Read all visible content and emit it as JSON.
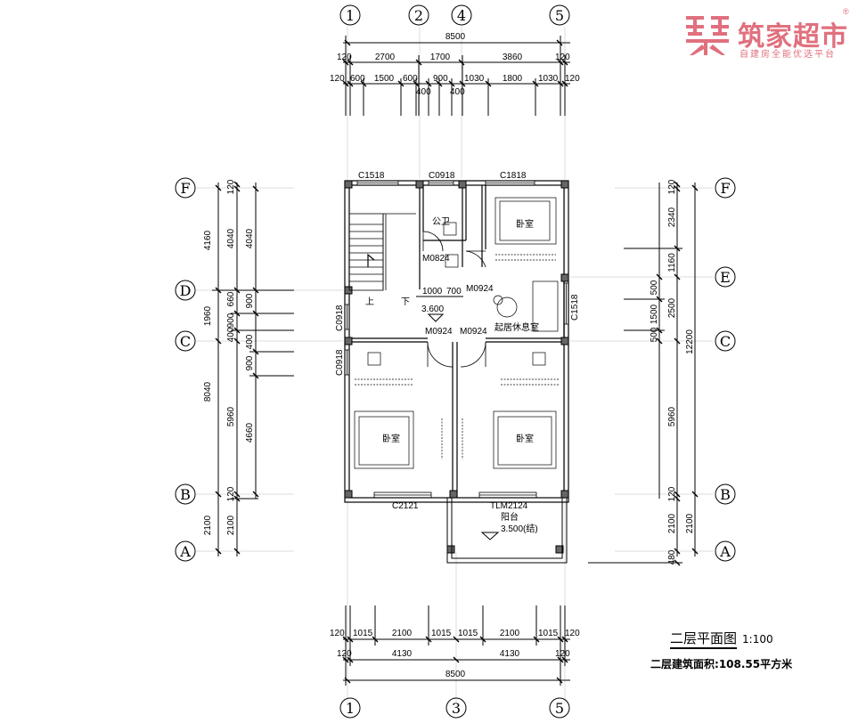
{
  "brand": {
    "name": "筑家超市",
    "tagline": "自建房全能优选平台",
    "mark": "®",
    "color": "#e0707e"
  },
  "drawing": {
    "title": "二层平面图",
    "scale": "1:100",
    "area_label": "二层建筑面积:",
    "area_value": "108.55平方米"
  },
  "axes": {
    "top": [
      "1",
      "2",
      "4",
      "5"
    ],
    "bottom": [
      "1",
      "3",
      "5"
    ],
    "left": [
      "F",
      "D",
      "C",
      "B",
      "A"
    ],
    "right": [
      "F",
      "E",
      "C",
      "B",
      "A"
    ]
  },
  "dims": {
    "top_total": "8500",
    "top_row2": [
      "120",
      "2700",
      "1700",
      "3860",
      "120"
    ],
    "top_row3": [
      "120",
      "600",
      "1500",
      "600",
      "900",
      "400",
      "400",
      "1030",
      "1800",
      "1030",
      "120"
    ],
    "bottom_row1": [
      "120",
      "1015",
      "2100",
      "1015",
      "1015",
      "2100",
      "1015",
      "120"
    ],
    "bottom_row2": [
      "120",
      "4130",
      "4130",
      "120"
    ],
    "bottom_total": "8500",
    "left_outer": [
      "4160",
      "1960",
      "8040",
      "2100"
    ],
    "left_mid": [
      "120",
      "4040",
      "900",
      "660",
      "400",
      "5960",
      "120",
      "2100"
    ],
    "left_inner": [
      "4040",
      "900",
      "400",
      "900",
      "4660"
    ],
    "right_outer": [
      "12200",
      "2100"
    ],
    "right_mid": [
      "120",
      "2340",
      "1160",
      "2500",
      "5960",
      "120",
      "2100",
      "480"
    ],
    "right_inner": [
      "500",
      "1500",
      "500"
    ]
  },
  "windows": [
    "C1518",
    "C0918",
    "C1818",
    "C1518",
    "C0918",
    "C0918",
    "C2121"
  ],
  "doors": [
    "M0824",
    "M0924",
    "M0924",
    "M0924",
    "TLM2124"
  ],
  "rooms": {
    "public_wc": "公卫",
    "bedroom_ne": "卧室",
    "bedroom_sw": "卧室",
    "bedroom_se": "卧室",
    "lounge": "起居休息室",
    "balcony": "阳台",
    "stair_up": "上",
    "stair_down": "下"
  },
  "stair_dims": [
    "1000",
    "700"
  ],
  "elevations": {
    "floor": "3.600",
    "balcony": "3.500(结)"
  }
}
